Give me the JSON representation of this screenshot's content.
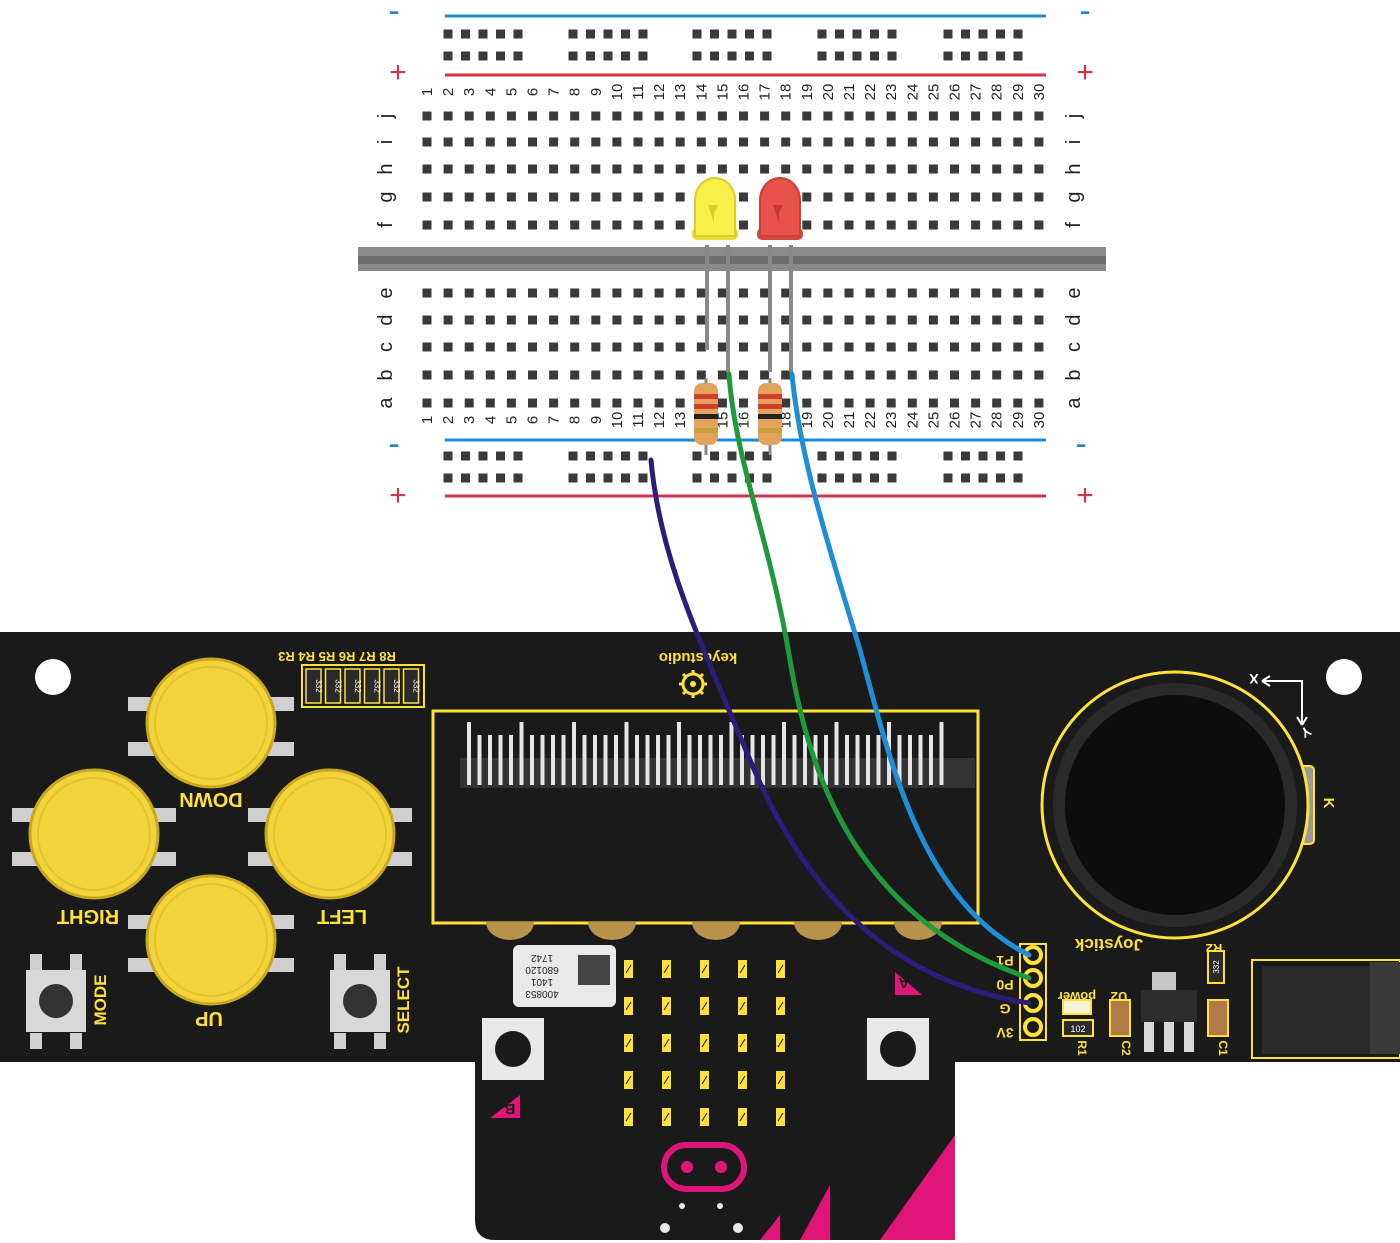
{
  "breadboard": {
    "column_numbers": [
      "1",
      "2",
      "3",
      "4",
      "5",
      "6",
      "7",
      "8",
      "9",
      "10",
      "11",
      "12",
      "13",
      "14",
      "15",
      "16",
      "17",
      "18",
      "19",
      "20",
      "21",
      "22",
      "23",
      "24",
      "25",
      "26",
      "27",
      "28",
      "29",
      "30"
    ],
    "top_rows": [
      "j",
      "i",
      "h",
      "g",
      "f"
    ],
    "bottom_rows": [
      "e",
      "d",
      "c",
      "b",
      "a"
    ],
    "rail_minus": "-",
    "rail_plus": "+"
  },
  "board": {
    "brand": "keyestudio",
    "buttons": {
      "up": "UP",
      "down": "DOWN",
      "left": "LEFT",
      "right": "RIGHT"
    },
    "mode_label": "MODE",
    "select_label": "SELECT",
    "joystick_label": "Joystick",
    "axis_x": "X",
    "axis_y": "Y",
    "joystick_k": "K",
    "pins": [
      "P1",
      "P0",
      "G",
      "3V"
    ],
    "power_label": "power",
    "resistor_header": "R8 R7 R6 R5 R4 R3",
    "resistor_code": "332",
    "r1_code": "102",
    "comp_labels": {
      "u2": "U2",
      "r2": "R2",
      "r1": "R1",
      "c2": "C2",
      "c1": "C1",
      "r2_code": "332"
    }
  },
  "microbit": {
    "button_a": "A",
    "button_b": "B",
    "qr_text_lines": [
      "1742",
      "680120",
      "1401",
      "400853"
    ]
  },
  "colors": {
    "board": "#1a1a1a",
    "button_yellow": "#f2d33a",
    "silkscreen": "#ffe13a",
    "wire_purple": "#2b1e7a",
    "wire_green": "#1f9a3a",
    "wire_blue": "#1e8fd6",
    "led_yellow": "#f7ef4a",
    "led_red": "#e8524a",
    "rail_blue": "#1e88d8",
    "rail_red": "#d8324a",
    "magenta": "#e0157a"
  }
}
